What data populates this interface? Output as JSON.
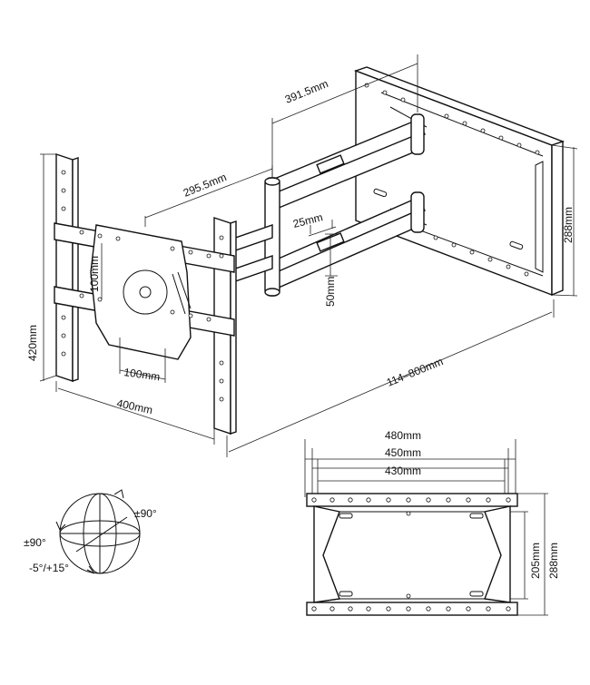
{
  "dimensions": {
    "arm_reach_upper": "391.5mm",
    "arm_reach_lower": "295.5mm",
    "arm_gap": "25mm",
    "arm_thickness": "50mm",
    "vesa_vertical": "100mm",
    "vesa_horizontal": "100mm",
    "tv_plate_height": "420mm",
    "tv_plate_width": "400mm",
    "extension_range": "114–800mm",
    "wall_plate_height_side": "288mm",
    "wall_plate_width_1": "480mm",
    "wall_plate_width_2": "450mm",
    "wall_plate_width_3": "430mm",
    "wall_plate_height_front": "288mm",
    "wall_plate_slot_height": "205mm"
  },
  "motion": {
    "swivel": "±90°",
    "rotation": "±90°",
    "tilt": "-5°/+15°"
  }
}
